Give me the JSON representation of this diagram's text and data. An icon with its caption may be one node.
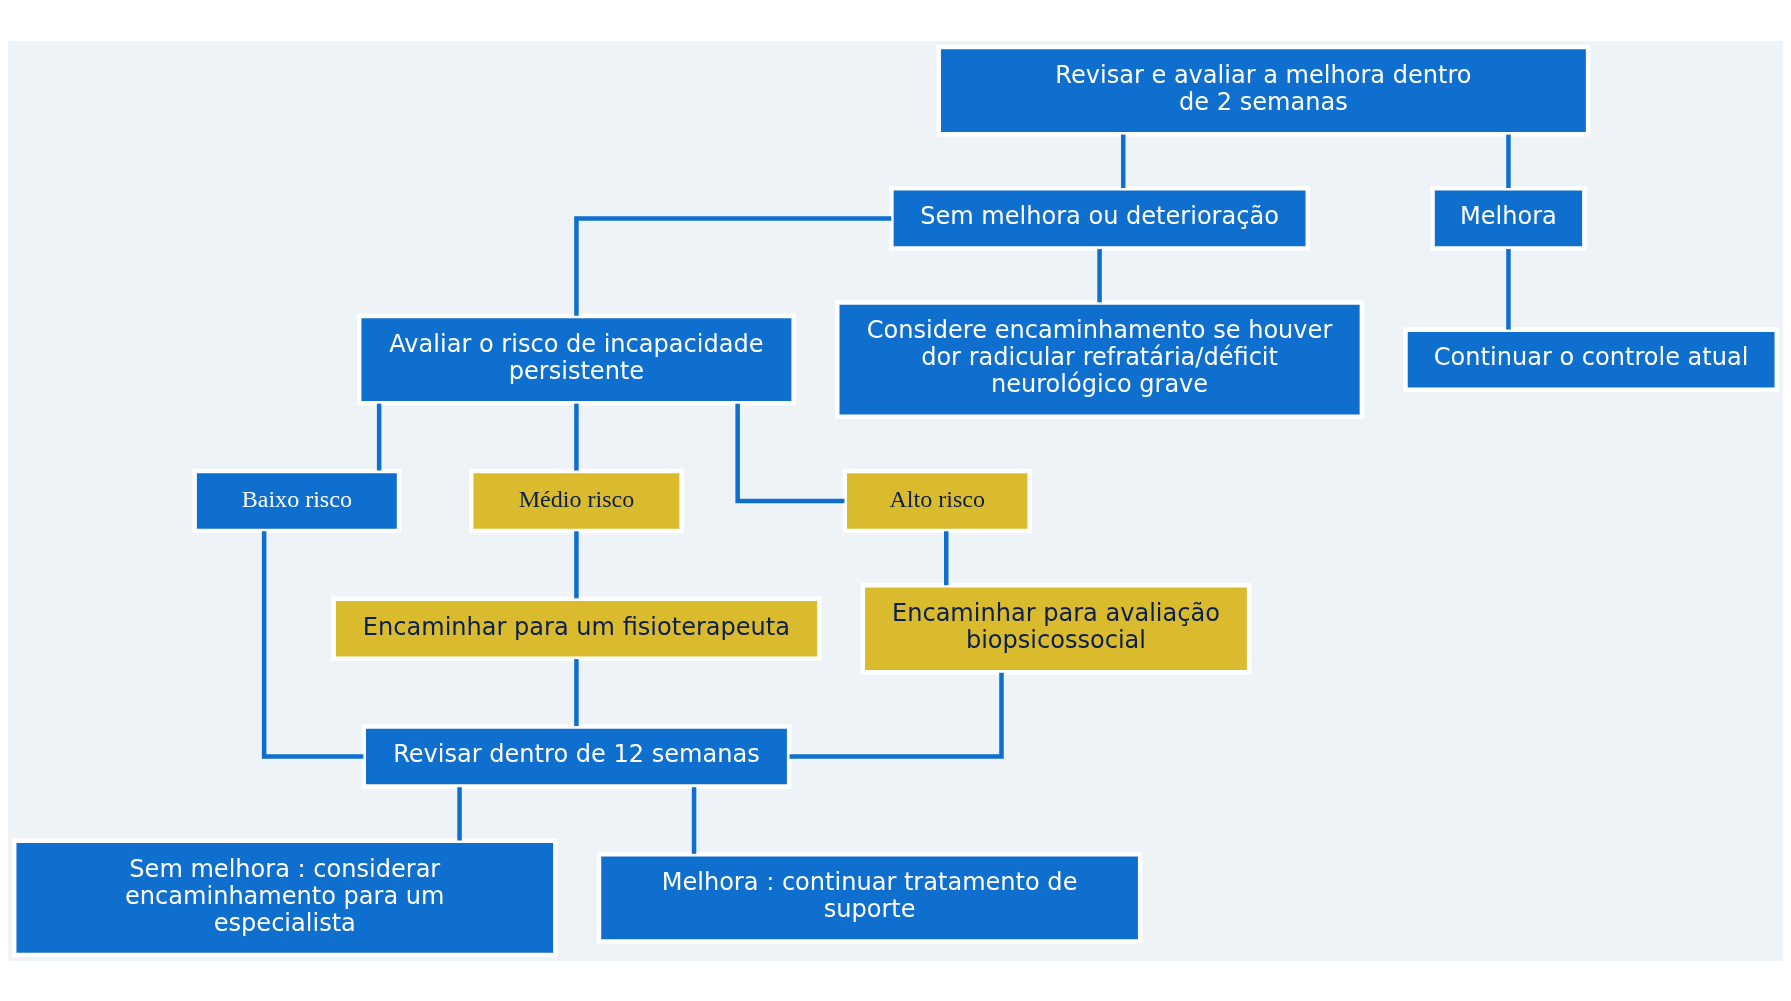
{
  "diagram": {
    "nodes": [
      {
        "text": [
          "Revisar e avaliar a melhora dentro de 2 semanas"
        ]
      },
      {
        "text": [
          "Sem melhora ou deterioração"
        ]
      },
      {
        "text": [
          "Melhora"
        ]
      },
      {
        "text": [
          "Avaliar o risco de incapacidade persistente"
        ]
      },
      {
        "text": [
          "Considere encaminhamento se houver dor radicular refratária/déficit neurológico grave"
        ]
      },
      {
        "text": [
          "Continuar o controle atual"
        ]
      },
      {
        "text": [
          "Baixo risco"
        ]
      },
      {
        "text": [
          "Médio risco"
        ]
      },
      {
        "text": [
          "Alto risco"
        ]
      },
      {
        "text": [
          "Encaminhar para um fisioterapeuta"
        ]
      },
      {
        "text": [
          "Encaminhar para avaliação biopsicossocial"
        ]
      },
      {
        "text": [
          "Revisar dentro de 12 semanas"
        ]
      },
      {
        "text": [
          "Sem melhora : considerar encaminhamento para um especialista"
        ]
      },
      {
        "text": [
          "Melhora : continuar tratamento de suporte"
        ]
      }
    ],
    "edges": [
      {
        "from": 0,
        "to": 1,
        "arrow": "none"
      },
      {
        "from": 0,
        "to": 2,
        "arrow": "none"
      },
      {
        "from": 1,
        "to": 3,
        "arrow": "none"
      },
      {
        "from": 1,
        "to": 4,
        "arrow": "none"
      },
      {
        "from": 2,
        "to": 5,
        "arrow": "none"
      },
      {
        "from": 3,
        "to": 6,
        "arrow": "none"
      },
      {
        "from": 3,
        "to": 7,
        "arrow": "none"
      },
      {
        "from": 3,
        "to": 8,
        "arrow": "none"
      },
      {
        "from": 7,
        "to": 9,
        "arrow": "none"
      },
      {
        "from": 8,
        "to": 10,
        "arrow": "none"
      },
      {
        "from": 6,
        "to": 11,
        "arrow": "none"
      },
      {
        "from": 9,
        "to": 11,
        "arrow": "none"
      },
      {
        "from": 10,
        "to": 11,
        "arrow": "none"
      },
      {
        "from": 11,
        "to": 12,
        "arrow": "none"
      },
      {
        "from": 11,
        "to": 13,
        "arrow": "none"
      }
    ]
  }
}
